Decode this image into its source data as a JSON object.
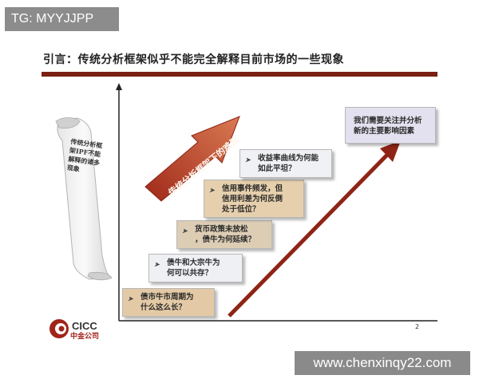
{
  "tag_label": "TG: MYYJJPP",
  "slide": {
    "title": "引言：传统分析框架似乎不能完全解释目前市场的一些现象",
    "scroll_text": "传统分析框架IPF不能解释的诸多现象",
    "arrow_text": "传统分析框架下的难题",
    "steps": [
      {
        "lines": [
          "债市牛市周期为",
          "什么这么长？"
        ]
      },
      {
        "lines": [
          "债牛和大宗牛为",
          "何可以共存？"
        ]
      },
      {
        "lines": [
          "货币政策未放松",
          "，债牛为何延续？"
        ]
      },
      {
        "lines": [
          "信用事件频发，但",
          "信用利差为何反倒",
          "处于低位？"
        ]
      },
      {
        "lines": [
          "收益率曲线为何能",
          "如此平坦？"
        ]
      }
    ],
    "conclusion_lines": [
      "我们需要关注并分析",
      "新的主要影响因素"
    ],
    "page_number": "2",
    "logo": {
      "brand": "CICC",
      "sub": "中金公司"
    },
    "colors": {
      "title_rule": "#7a1f14",
      "arrow": "#a0291a",
      "step_fill_1": "#e3c9a5",
      "step_fill_2": "#eef0f4",
      "step_fill_3": "#dccdb4",
      "step_fill_4": "#e6cfac",
      "step_fill_5": "#f0f1f5",
      "conclusion_fill": "#e3e1ef"
    }
  },
  "watermark_text": "www.chenxinqy22.com"
}
